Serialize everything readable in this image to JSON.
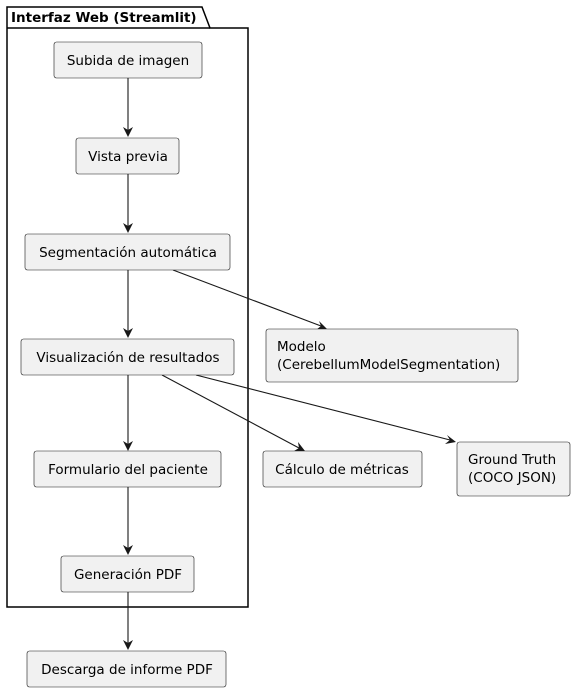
{
  "package": {
    "title": "Interfaz Web (Streamlit)"
  },
  "nodes": {
    "upload": "Subida de imagen",
    "preview": "Vista previa",
    "segmentation": "Segmentación automática",
    "visualization": "Visualización de resultados",
    "patient_form": "Formulario del paciente",
    "pdf_generation": "Generación PDF",
    "download_pdf": "Descarga de informe PDF",
    "model": [
      "Modelo",
      "(CerebellumModelSegmentation)"
    ],
    "metrics": "Cálculo de métricas",
    "ground_truth": [
      "Ground Truth",
      "(COCO JSON)"
    ]
  },
  "edges": [
    {
      "from": "upload",
      "to": "preview"
    },
    {
      "from": "preview",
      "to": "segmentation"
    },
    {
      "from": "segmentation",
      "to": "visualization"
    },
    {
      "from": "segmentation",
      "to": "model"
    },
    {
      "from": "visualization",
      "to": "patient_form"
    },
    {
      "from": "visualization",
      "to": "metrics"
    },
    {
      "from": "visualization",
      "to": "ground_truth"
    },
    {
      "from": "patient_form",
      "to": "pdf_generation"
    },
    {
      "from": "pdf_generation",
      "to": "download_pdf"
    }
  ]
}
